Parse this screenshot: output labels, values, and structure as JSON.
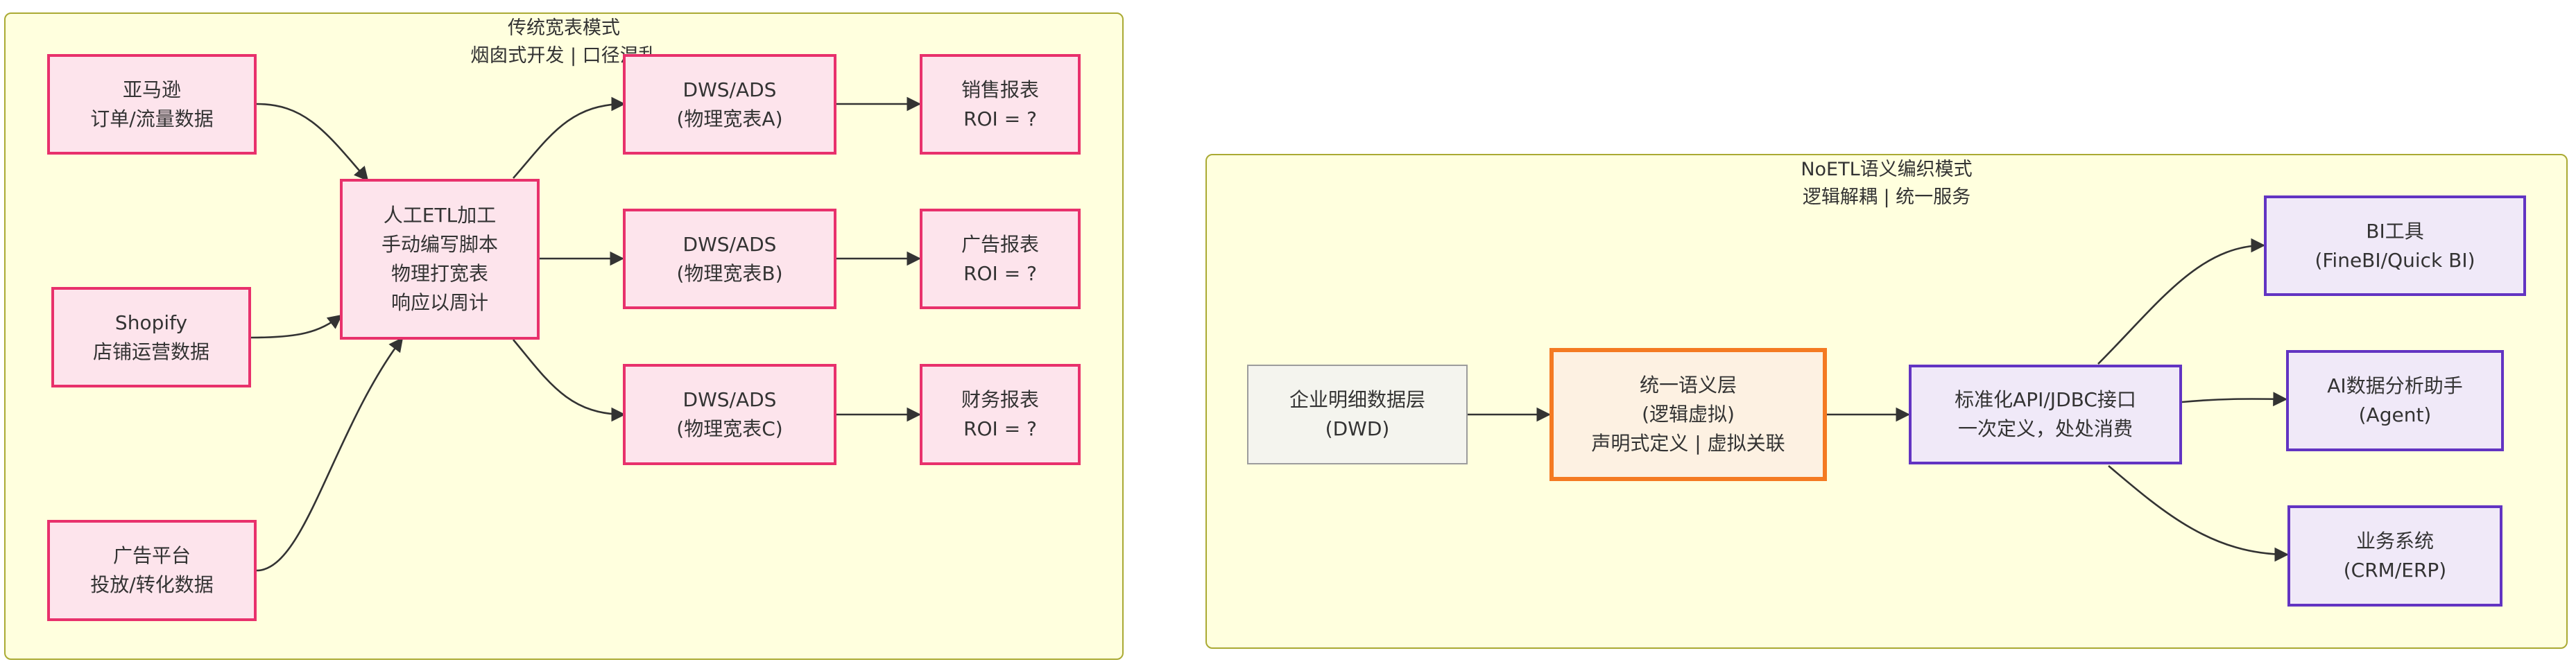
{
  "traditional": {
    "title": "传统宽表模式",
    "subtitle": "烟囱式开发 | 口径混乱",
    "sources": {
      "amazon": {
        "line1": "亚马逊",
        "line2": "订单/流量数据"
      },
      "shopify": {
        "line1": "Shopify",
        "line2": "店铺运营数据"
      },
      "ads": {
        "line1": "广告平台",
        "line2": "投放/转化数据"
      }
    },
    "etl": {
      "line1": "人工ETL加工",
      "line2": "手动编写脚本",
      "line3": "物理打宽表",
      "line4": "响应以周计"
    },
    "wide_tables": {
      "a": {
        "line1": "DWS/ADS",
        "line2": "(物理宽表A)"
      },
      "b": {
        "line1": "DWS/ADS",
        "line2": "(物理宽表B)"
      },
      "c": {
        "line1": "DWS/ADS",
        "line2": "(物理宽表C)"
      }
    },
    "reports": {
      "sales": {
        "line1": "销售报表",
        "line2": "ROI = ?"
      },
      "ad": {
        "line1": "广告报表",
        "line2": "ROI = ?"
      },
      "finance": {
        "line1": "财务报表",
        "line2": "ROI = ?"
      }
    }
  },
  "noetl": {
    "title": "NoETL语义编织模式",
    "subtitle": "逻辑解耦 | 统一服务",
    "dwd": {
      "line1": "企业明细数据层",
      "line2": "(DWD)"
    },
    "semantic": {
      "line1": "统一语义层",
      "line2": "(逻辑虚拟)",
      "line3": "声明式定义 | 虚拟关联"
    },
    "api": {
      "line1": "标准化API/JDBC接口",
      "line2": "一次定义，处处消费"
    },
    "consumers": {
      "bi": {
        "line1": "BI工具",
        "line2": "(FineBI/Quick BI)"
      },
      "ai": {
        "line1": "AI数据分析助手",
        "line2": "(Agent)"
      },
      "biz": {
        "line1": "业务系统",
        "line2": "(CRM/ERP)"
      }
    }
  },
  "colors": {
    "cluster_fill": "#ffffde",
    "cluster_border": "#aaaa33",
    "pink_fill": "#fde4ec",
    "pink_border": "#e8316c",
    "orange_fill": "#fdf1e2",
    "orange_border": "#f47a22",
    "purple_fill": "#f0e9f8",
    "purple_border": "#6234c2",
    "gray_fill": "#f4f4ee",
    "gray_border": "#9c9c9c",
    "edge": "#333333"
  }
}
